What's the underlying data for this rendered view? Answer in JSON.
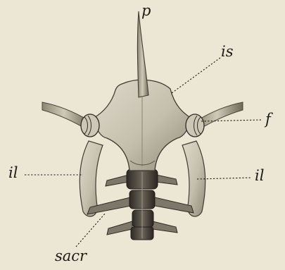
{
  "figure": {
    "labels": {
      "p": "p",
      "is": "is",
      "f": "f",
      "il_left": "il",
      "il_right": "il",
      "sacr": "sacr"
    },
    "colors": {
      "background": "#ece6d5",
      "bone_light": "#d2cdbc",
      "bone_mid": "#a8a290",
      "bone_dark": "#3b3730",
      "ink": "#1d1b17"
    }
  }
}
